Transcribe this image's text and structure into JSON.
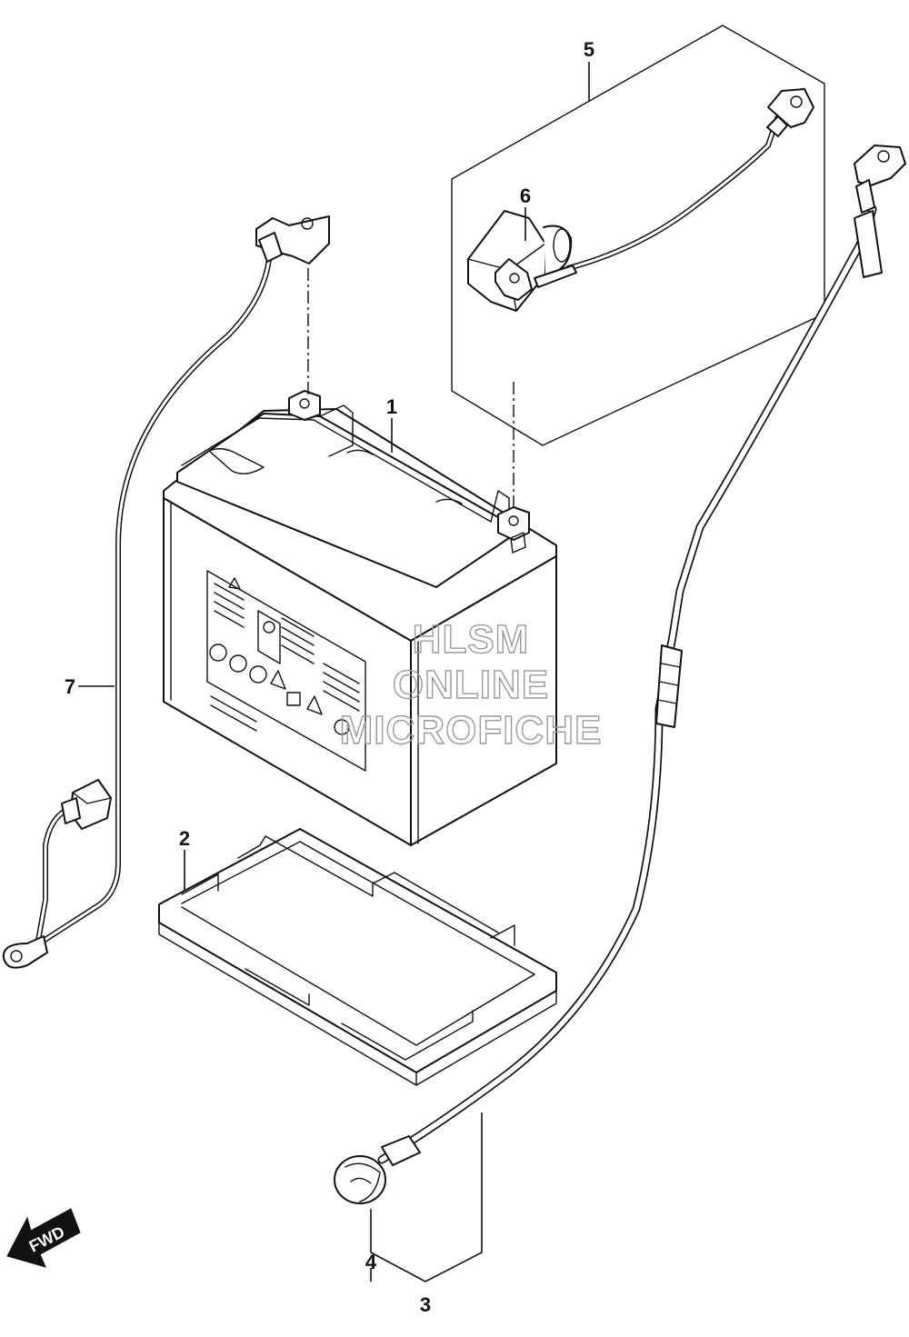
{
  "diagram": {
    "callouts": {
      "battery": "1",
      "battery_tray": "2",
      "cable_assembly": "3",
      "terminal_cap": "4",
      "cable_set": "5",
      "terminal_cover": "6",
      "wire_harness": "7"
    },
    "watermark": {
      "line1": "HLSM",
      "line2": "ONLINE",
      "line3": "MICROFICHE"
    },
    "direction_label": "FWD"
  }
}
